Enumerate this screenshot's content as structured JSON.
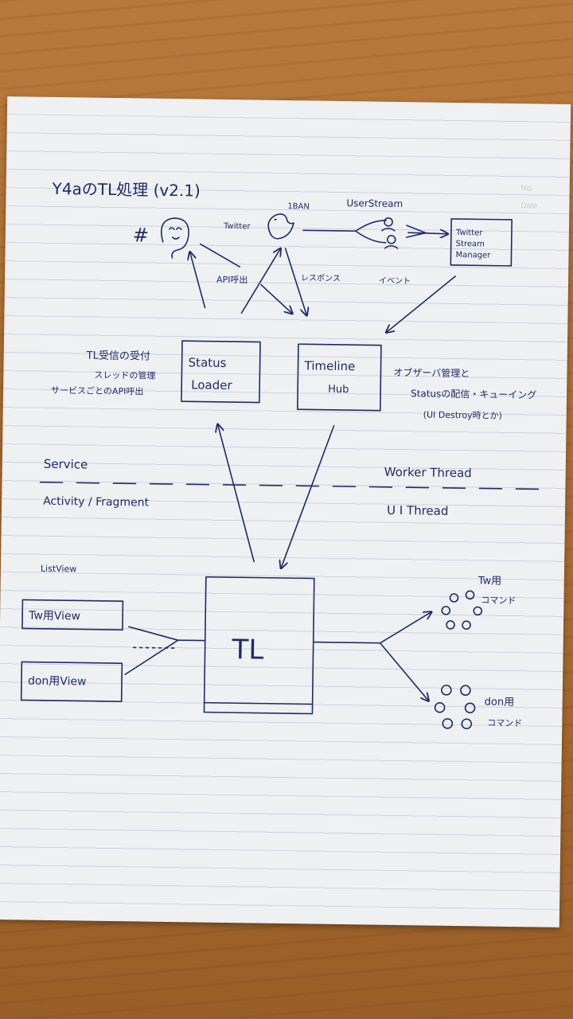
{
  "page": {
    "title": "Y4aのTL処理 (v2.1)",
    "notebook_fields": [
      "No.",
      "Date"
    ]
  },
  "top": {
    "hash_symbol": "#",
    "twitter_label": "Twitter",
    "one_ban_label": "1BAN",
    "userstream_label": "UserStream",
    "api_call_label": "API呼出",
    "response_label": "レスポンス",
    "event_label": "イベント",
    "tsm_lines": [
      "Twitter",
      "Stream",
      "Manager"
    ]
  },
  "middle": {
    "status_loader_lines": [
      "Status",
      "Loader"
    ],
    "status_loader_notes": [
      "TL受信の受付",
      "スレッドの管理",
      "サービスごとのAPI呼出"
    ],
    "timeline_hub_lines": [
      "Timeline",
      "Hub"
    ],
    "timeline_hub_notes": [
      "オブザーバ管理と",
      "Statusの配信・キューイング",
      "(UI Destroy時とか)"
    ]
  },
  "divider": {
    "service": "Service",
    "activity": "Activity / Fragment",
    "worker": "Worker Thread",
    "ui": "U I   Thread"
  },
  "bottom": {
    "listview_label": "ListView",
    "tw_view": "Tw用View",
    "don_view": "don用View",
    "tl_label": "TL",
    "tw_commands": [
      "Tw用",
      "コマンド"
    ],
    "don_commands": [
      "don用",
      "コマンド"
    ]
  },
  "colors": {
    "ink": "#23296b",
    "paper": "#eef0f2",
    "desk": "#a96b30"
  }
}
